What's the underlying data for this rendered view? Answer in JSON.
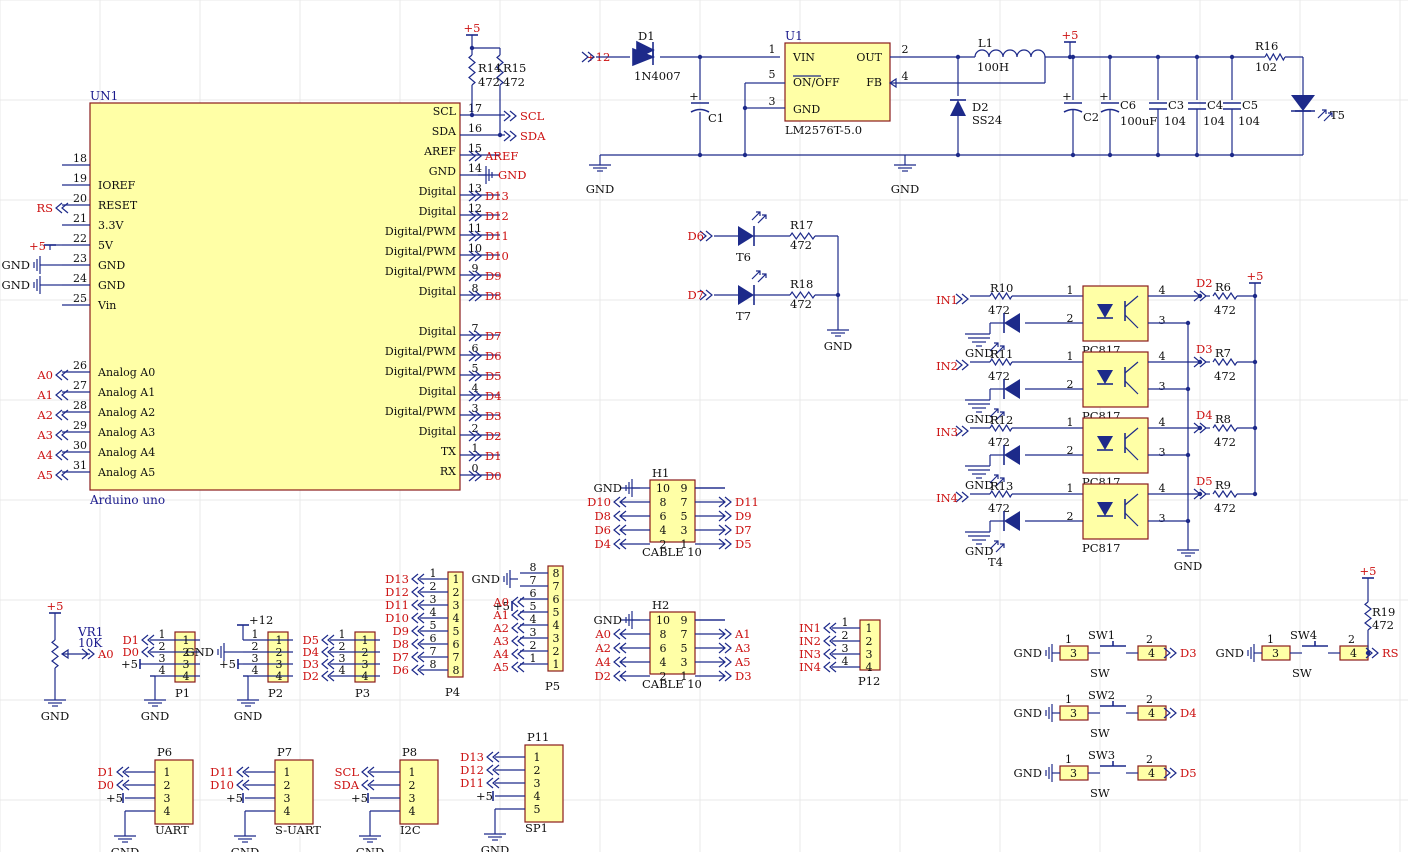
{
  "arduino": {
    "ref": "UN1",
    "name": "Arduino uno",
    "left": [
      {
        "num": "18",
        "label": ""
      },
      {
        "num": "19",
        "label": "IOREF"
      },
      {
        "num": "20",
        "label": "RESET"
      },
      {
        "num": "21",
        "label": "3.3V"
      },
      {
        "num": "22",
        "label": "5V"
      },
      {
        "num": "23",
        "label": "GND"
      },
      {
        "num": "24",
        "label": "GND"
      },
      {
        "num": "25",
        "label": "Vin"
      },
      {
        "num": "26",
        "label": "Analog A0"
      },
      {
        "num": "27",
        "label": "Analog A1"
      },
      {
        "num": "28",
        "label": "Analog A2"
      },
      {
        "num": "29",
        "label": "Analog A3"
      },
      {
        "num": "30",
        "label": "Analog A4"
      },
      {
        "num": "31",
        "label": "Analog A5"
      }
    ],
    "right": [
      {
        "num": "17",
        "label": "SCL"
      },
      {
        "num": "16",
        "label": "SDA"
      },
      {
        "num": "15",
        "label": "AREF"
      },
      {
        "num": "14",
        "label": "GND"
      },
      {
        "num": "13",
        "label": "Digital"
      },
      {
        "num": "12",
        "label": "Digital"
      },
      {
        "num": "11",
        "label": "Digital/PWM"
      },
      {
        "num": "10",
        "label": "Digital/PWM"
      },
      {
        "num": "9",
        "label": "Digital/PWM"
      },
      {
        "num": "8",
        "label": "Digital"
      },
      {
        "num": "7",
        "label": "Digital"
      },
      {
        "num": "6",
        "label": "Digital/PWM"
      },
      {
        "num": "5",
        "label": "Digital/PWM"
      },
      {
        "num": "4",
        "label": "Digital"
      },
      {
        "num": "3",
        "label": "Digital/PWM"
      },
      {
        "num": "2",
        "label": "Digital"
      },
      {
        "num": "1",
        "label": "TX"
      },
      {
        "num": "0",
        "label": "RX"
      }
    ],
    "right_nets": [
      "SCL",
      "SDA",
      "AREF",
      "GND",
      "D13",
      "D12",
      "D11",
      "D10",
      "D9",
      "D8",
      "D7",
      "D6",
      "D5",
      "D4",
      "D3",
      "D2",
      "D1",
      "D0"
    ],
    "left_nets": {
      "reset": "RS",
      "a": [
        "A0",
        "A1",
        "A2",
        "A3",
        "A4",
        "A5"
      ],
      "v5": "+5",
      "gnd": "GND"
    }
  },
  "pullups": {
    "r14": "R14",
    "r15": "R15",
    "val": "472",
    "v5": "+5"
  },
  "power": {
    "in": "+12",
    "d1": "D1",
    "d1_val": "1N4007",
    "u1": "U1",
    "u1_name": "LM2576T-5.0",
    "u1_pins": {
      "vin": "VIN",
      "out": "OUT",
      "onoff": "ON/OFF",
      "fb": "FB",
      "gnd": "GND",
      "p1": "1",
      "p2": "2",
      "p3": "3",
      "p4": "4",
      "p5": "5"
    },
    "c1": "C1",
    "d2": "D2",
    "d2_val": "SS24",
    "l1": "L1",
    "l1_val": "100H",
    "v5": "+5",
    "c2": "C2",
    "c6": "C6",
    "c6_val": "100uF",
    "c3": "C3",
    "c4": "C4",
    "c5": "C5",
    "cval": "104",
    "r16": "R16",
    "r16_val": "102",
    "t5": "T5",
    "gnd1": "GND",
    "gnd2": "GND"
  },
  "leds": {
    "t6": "T6",
    "t7": "T7",
    "r17": "R17",
    "r18": "R18",
    "val": "472",
    "d6": "D6",
    "d7": "D7",
    "gnd": "GND"
  },
  "opto": {
    "part": "PC817",
    "p1": "1",
    "p2": "2",
    "p3": "3",
    "p4": "4",
    "v5": "+5",
    "gnd": "GND",
    "rows": [
      {
        "in": "IN1",
        "rin": "R10",
        "rout": "R6",
        "net": "D2",
        "led": ""
      },
      {
        "in": "IN2",
        "rin": "R11",
        "rout": "R7",
        "net": "D3",
        "led": ""
      },
      {
        "in": "IN3",
        "rin": "R12",
        "rout": "R8",
        "net": "D4",
        "led": ""
      },
      {
        "in": "IN4",
        "rin": "R13",
        "rout": "R9",
        "net": "D5",
        "led": "T4"
      }
    ],
    "val": "472",
    "gndl": "GND"
  },
  "h1": {
    "ref": "H1",
    "name": "CABLE 10",
    "left": [
      "GND",
      "D10",
      "D8",
      "D6",
      "D4"
    ],
    "right": [
      "D11",
      "D9",
      "D7",
      "D5"
    ],
    "pins_l": [
      "10",
      "8",
      "6",
      "4",
      "2"
    ],
    "pins_r": [
      "9",
      "7",
      "5",
      "3",
      "1"
    ]
  },
  "h2": {
    "ref": "H2",
    "name": "CABLE 10",
    "left": [
      "GND",
      "A0",
      "A2",
      "A4",
      "D2"
    ],
    "right": [
      "A1",
      "A3",
      "A5",
      "D3"
    ],
    "pins_l": [
      "10",
      "8",
      "6",
      "4",
      "2"
    ],
    "pins_r": [
      "9",
      "7",
      "5",
      "3",
      "1"
    ]
  },
  "vr1": {
    "ref": "VR1",
    "val": "10K",
    "v5": "+5",
    "net": "A0",
    "gnd": "GND"
  },
  "p1": {
    "ref": "P1",
    "nets": [
      "D1",
      "D0",
      "+5",
      ""
    ],
    "gnd": "GND"
  },
  "p2": {
    "ref": "P2",
    "nets": [
      "+12",
      "GND",
      "+5",
      ""
    ],
    "gnd": "GND"
  },
  "p3": {
    "ref": "P3",
    "nets": [
      "D5",
      "D4",
      "D3",
      "D2"
    ]
  },
  "p4": {
    "ref": "P4",
    "nets": [
      "D13",
      "D12",
      "D11",
      "D10",
      "D9",
      "D8",
      "D7",
      "D6"
    ]
  },
  "p5": {
    "ref": "P5",
    "nets": [
      "GND",
      "+5",
      "A0",
      "A1",
      "A2",
      "A3",
      "A4",
      "A5"
    ],
    "pins": [
      "8",
      "7",
      "6",
      "5",
      "4",
      "3",
      "2",
      "1"
    ]
  },
  "p12": {
    "ref": "P12",
    "nets": [
      "IN1",
      "IN2",
      "IN3",
      "IN4"
    ]
  },
  "p6": {
    "ref": "P6",
    "name": "UART",
    "nets": [
      "D1",
      "D0",
      "+5",
      ""
    ],
    "gnd": "GND"
  },
  "p7": {
    "ref": "P7",
    "name": "S-UART",
    "nets": [
      "D11",
      "D10",
      "+5",
      ""
    ],
    "gnd": "GND"
  },
  "p8": {
    "ref": "P8",
    "name": "I2C",
    "nets": [
      "SCL",
      "SDA",
      "+5",
      ""
    ],
    "gnd": "GND"
  },
  "p11": {
    "ref": "P11",
    "name": "SP1",
    "nets": [
      "D13",
      "D12",
      "D11",
      "+5",
      ""
    ],
    "gnd": "GND"
  },
  "switches": [
    {
      "ref": "SW1",
      "net": "D3",
      "gnd": "GND",
      "type": "SW"
    },
    {
      "ref": "SW2",
      "net": "D4",
      "gnd": "GND",
      "type": "SW"
    },
    {
      "ref": "SW3",
      "net": "D5",
      "gnd": "GND",
      "type": "SW"
    }
  ],
  "sw4": {
    "ref": "SW4",
    "net": "RS",
    "gnd": "GND",
    "type": "SW",
    "r19": "R19",
    "r19_val": "472",
    "v5": "+5"
  }
}
